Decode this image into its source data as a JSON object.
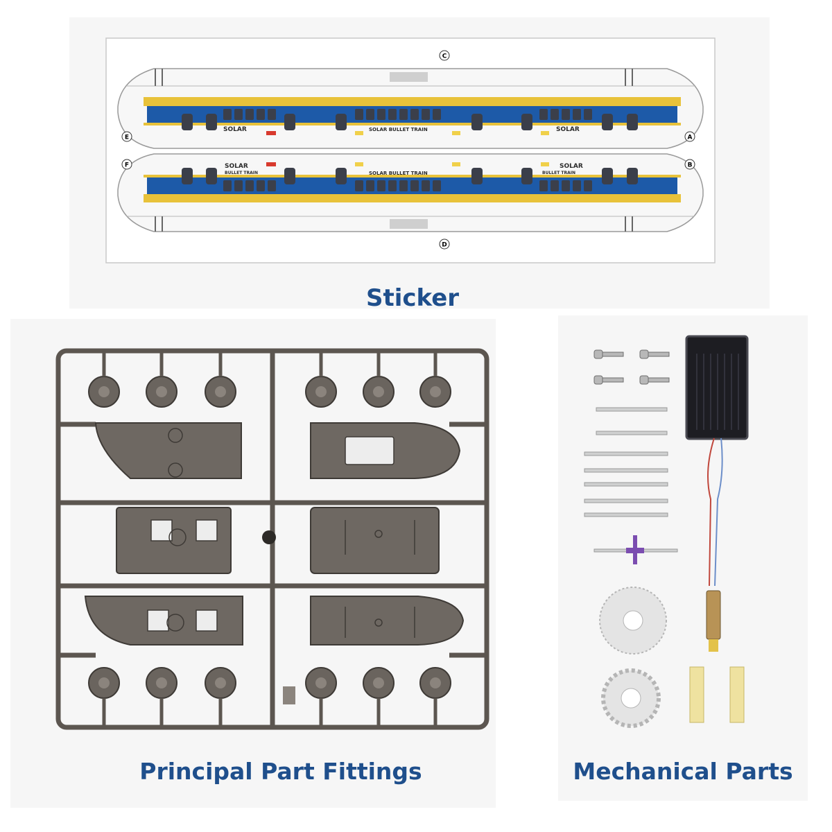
{
  "captions": {
    "sticker": "Sticker",
    "principal": "Principal Part Fittings",
    "mechanical": "Mechanical Parts"
  },
  "sticker": {
    "markers": {
      "a": "A",
      "b": "B",
      "c": "C",
      "d": "D",
      "e": "E",
      "f": "F"
    },
    "printed_text": {
      "brand": "SOLAR",
      "model": "BULLET TRAIN",
      "full": "SOLAR BULLET TRAIN"
    }
  },
  "colors": {
    "caption": "#1f4f8c",
    "train_blue": "#1d5aa8",
    "train_yellow": "#e8c23a",
    "sprue_plastic": "#5c5650",
    "gear_white": "#e4e4e4",
    "pad_yellow": "#efe2a0",
    "axle_purple": "#7b4db0",
    "solar_panel": "#1d1d22"
  },
  "icons": {
    "sprue": "plastic-sprue-frame-icon",
    "solar_panel": "solar-panel-icon",
    "motor": "dc-motor-icon",
    "gear": "gear-icon",
    "screw": "screw-icon"
  }
}
